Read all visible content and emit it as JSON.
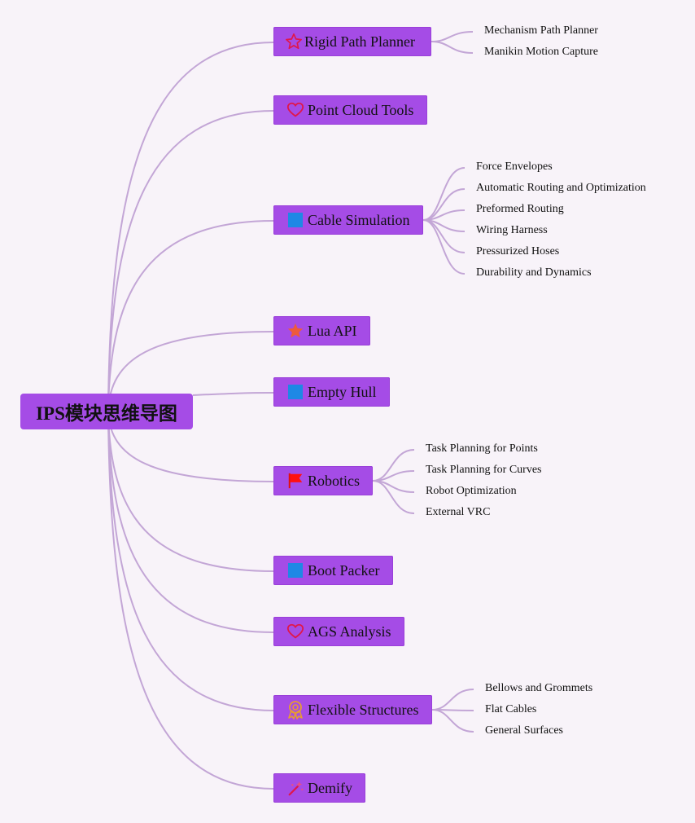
{
  "root": {
    "label": "IPS模块思维导图"
  },
  "branches": [
    {
      "label": "Rigid Path Planner",
      "icon": "star-outline-icon",
      "children": [
        "Mechanism Path Planner",
        "Manikin Motion Capture"
      ]
    },
    {
      "label": "Point Cloud Tools",
      "icon": "heart-outline-icon",
      "children": []
    },
    {
      "label": "Cable Simulation",
      "icon": "blue-square-icon",
      "children": [
        "Force Envelopes",
        "Automatic Routing and Optimization",
        "Preformed Routing",
        "Wiring Harness",
        "Pressurized Hoses",
        "Durability and Dynamics"
      ]
    },
    {
      "label": "Lua API",
      "icon": "orange-star-icon",
      "children": []
    },
    {
      "label": "Empty Hull",
      "icon": "blue-square-icon",
      "children": []
    },
    {
      "label": "Robotics",
      "icon": "red-flag-icon",
      "children": [
        "Task Planning for Points",
        "Task Planning for Curves",
        "Robot Optimization",
        "External VRC"
      ]
    },
    {
      "label": "Boot Packer",
      "icon": "blue-square-icon",
      "children": []
    },
    {
      "label": "AGS Analysis",
      "icon": "heart-outline-icon",
      "children": []
    },
    {
      "label": "Flexible Structures",
      "icon": "medal-ribbon-icon",
      "children": [
        "Bellows and Grommets",
        "Flat Cables",
        "General Surfaces"
      ]
    },
    {
      "label": "Demify",
      "icon": "magic-wand-icon",
      "children": []
    }
  ],
  "colors": {
    "background": "#f8f3f9",
    "node_fill": "#a54ce6",
    "edge": "#c3a6d6",
    "text": "#111111"
  }
}
